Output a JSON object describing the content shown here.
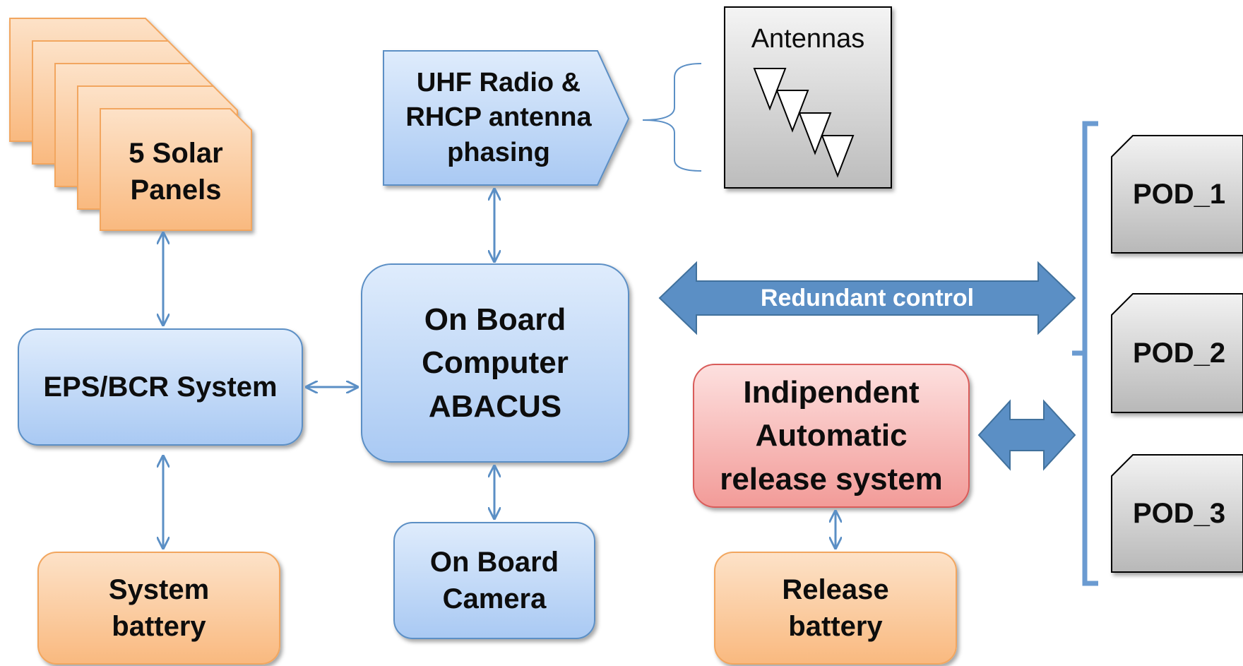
{
  "blocks": {
    "solar_panels": "5 Solar\nPanels",
    "uhf_radio": "UHF Radio &\nRHCP antenna\nphasing",
    "antennas": "Antennas",
    "eps_bcr": "EPS/BCR System",
    "obc": "On Board\nComputer\nABACUS",
    "system_battery": "System\nbattery",
    "camera": "On Board\nCamera",
    "release_system": "Indipendent\nAutomatic\nrelease system",
    "release_battery": "Release\nbattery",
    "pods": [
      "POD_1",
      "POD_2",
      "POD_3"
    ]
  },
  "connectors": {
    "redundant_control": "Redundant control"
  },
  "colors": {
    "orange_fill": "#fbc79a",
    "orange_stroke": "#f2a65e",
    "blue_fill": "#c6dcfa",
    "blue_stroke": "#5b8fc5",
    "red_fill": "#f8b6b4",
    "red_stroke": "#d95c5a",
    "gray_fill": "#c9c9c9",
    "arrow": "#5b8fc5",
    "bracket": "#6b9bd1"
  }
}
